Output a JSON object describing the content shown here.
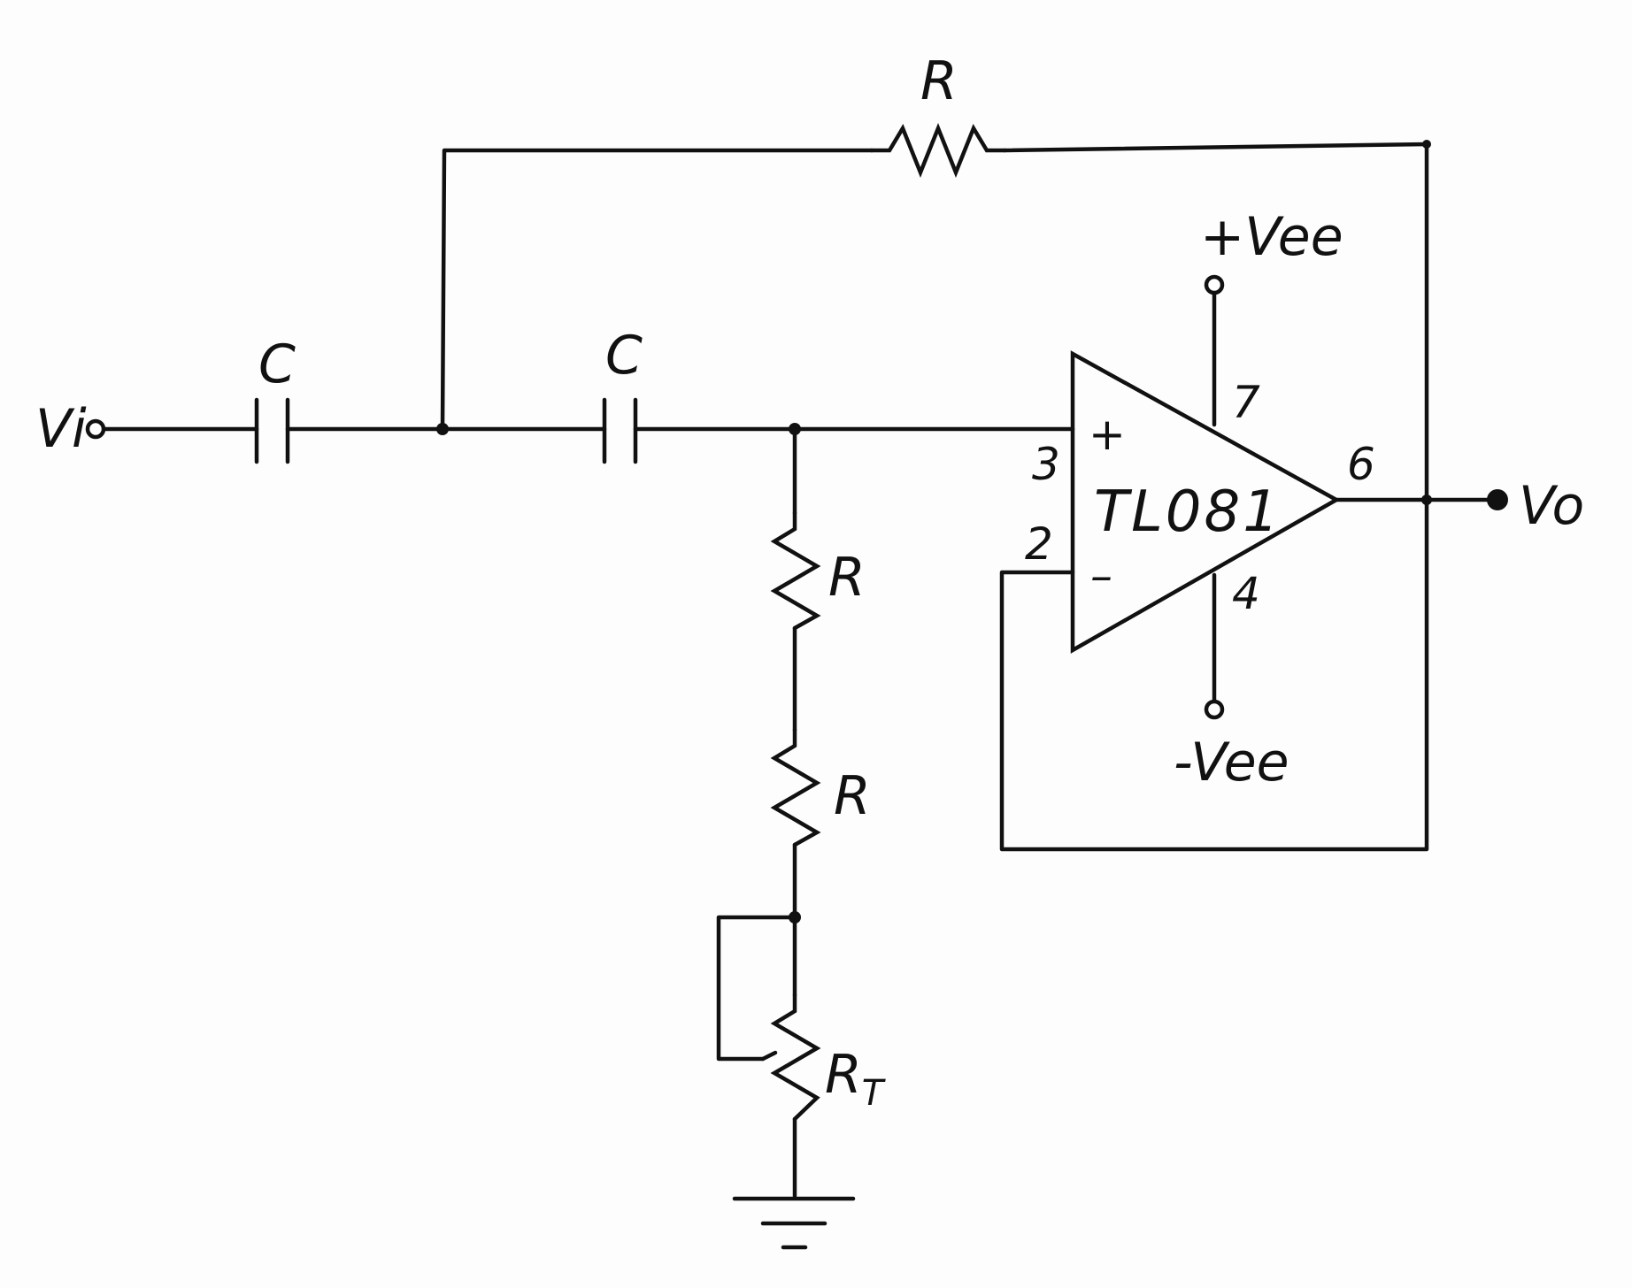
{
  "labels": {
    "input": "Vi",
    "output": "Vo",
    "cap_1": "C",
    "cap_2": "C",
    "res_feedback": "R",
    "res_1": "R",
    "res_2": "R",
    "res_thermistor_main": "R",
    "res_thermistor_sub": "T",
    "vcc_pos": "+Vee",
    "vcc_neg": "-Vee",
    "opamp_part": "TL081",
    "opamp_plus": "+",
    "opamp_minus": "–",
    "pin_noninv": "3",
    "pin_inv": "2",
    "pin_out": "6",
    "pin_vpos": "7",
    "pin_vneg": "4"
  },
  "colors": {
    "ink": "#111111",
    "paper": "#fdfdfd"
  }
}
